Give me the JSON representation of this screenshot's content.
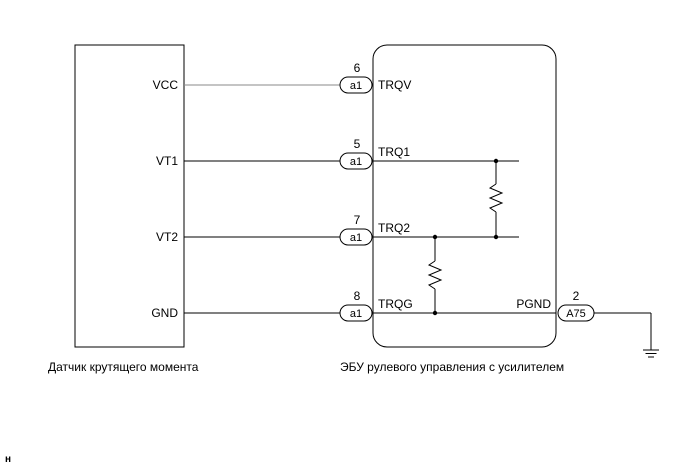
{
  "sensor": {
    "caption": "Датчик крутящего момента",
    "pins": [
      "VCC",
      "VT1",
      "VT2",
      "GND"
    ]
  },
  "ecu": {
    "caption": "ЭБУ рулевого управления с усилителем",
    "terminals": [
      "TRQV",
      "TRQ1",
      "TRQ2",
      "TRQG"
    ],
    "pgnd_label": "PGND"
  },
  "connectors": [
    {
      "num": "6",
      "code": "a1"
    },
    {
      "num": "5",
      "code": "a1"
    },
    {
      "num": "7",
      "code": "a1"
    },
    {
      "num": "8",
      "code": "a1"
    },
    {
      "num": "2",
      "code": "A75"
    }
  ],
  "corner_mark": "н"
}
